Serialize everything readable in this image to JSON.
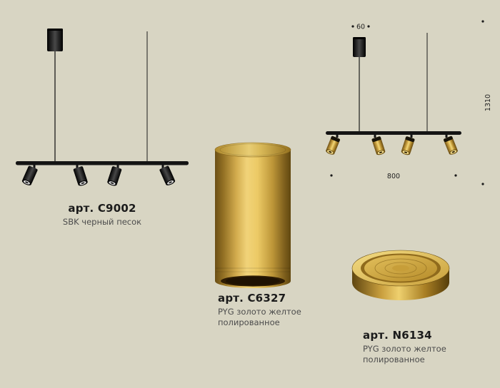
{
  "page": {
    "background_color": "#d8d5c3",
    "accent_gold": "#d4a843",
    "fixture_black": "#141414"
  },
  "pendant_black": {
    "art": "арт. C9002",
    "finish": "SBK черный песок"
  },
  "pendant_gold": {
    "dim_top": "60",
    "dim_width": "800",
    "dim_height": "1310"
  },
  "cylinder_gold": {
    "art": "арт. C6327",
    "finish": "PYG золото желтое полированное"
  },
  "ring_gold": {
    "art": "арт. N6134",
    "finish": "PYG золото желтое полированное"
  }
}
